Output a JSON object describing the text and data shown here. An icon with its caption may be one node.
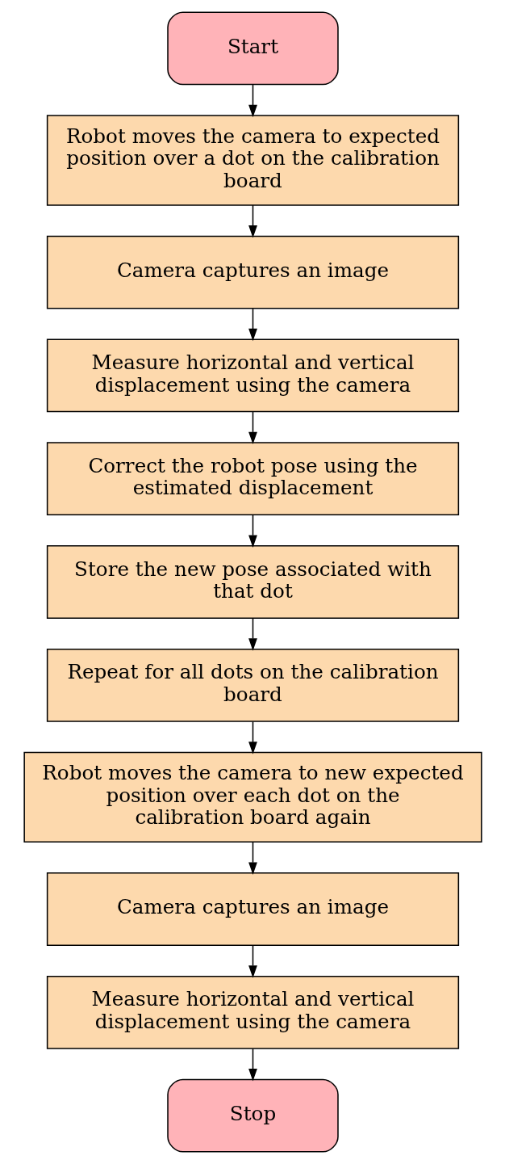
{
  "diagram": {
    "nodes": [
      {
        "text": [
          "Start"
        ]
      },
      {
        "text": [
          "Robot moves the camera to expected position over a dot on the calibration board"
        ]
      },
      {
        "text": [
          "Camera captures an image"
        ]
      },
      {
        "text": [
          "Measure horizontal and vertical displacement using the camera"
        ]
      },
      {
        "text": [
          "Correct the robot pose using the estimated displacement"
        ]
      },
      {
        "text": [
          "Store the new pose associated with that dot"
        ]
      },
      {
        "text": [
          "Repeat for all dots on the calibration board"
        ]
      },
      {
        "text": [
          "Robot moves the camera to new expected position over each dot on the calibration board again"
        ]
      },
      {
        "text": [
          "Camera captures an image"
        ]
      },
      {
        "text": [
          "Measure horizontal and vertical displacement using the camera"
        ]
      },
      {
        "text": [
          "Stop"
        ]
      }
    ],
    "edges": [
      {
        "from": 0,
        "to": 1,
        "arrow": "to"
      },
      {
        "from": 1,
        "to": 2,
        "arrow": "to"
      },
      {
        "from": 2,
        "to": 3,
        "arrow": "to"
      },
      {
        "from": 3,
        "to": 4,
        "arrow": "to"
      },
      {
        "from": 4,
        "to": 5,
        "arrow": "to"
      },
      {
        "from": 5,
        "to": 6,
        "arrow": "to"
      },
      {
        "from": 6,
        "to": 7,
        "arrow": "to"
      },
      {
        "from": 7,
        "to": 8,
        "arrow": "to"
      },
      {
        "from": 8,
        "to": 9,
        "arrow": "to"
      },
      {
        "from": 9,
        "to": 10,
        "arrow": "to"
      }
    ]
  }
}
